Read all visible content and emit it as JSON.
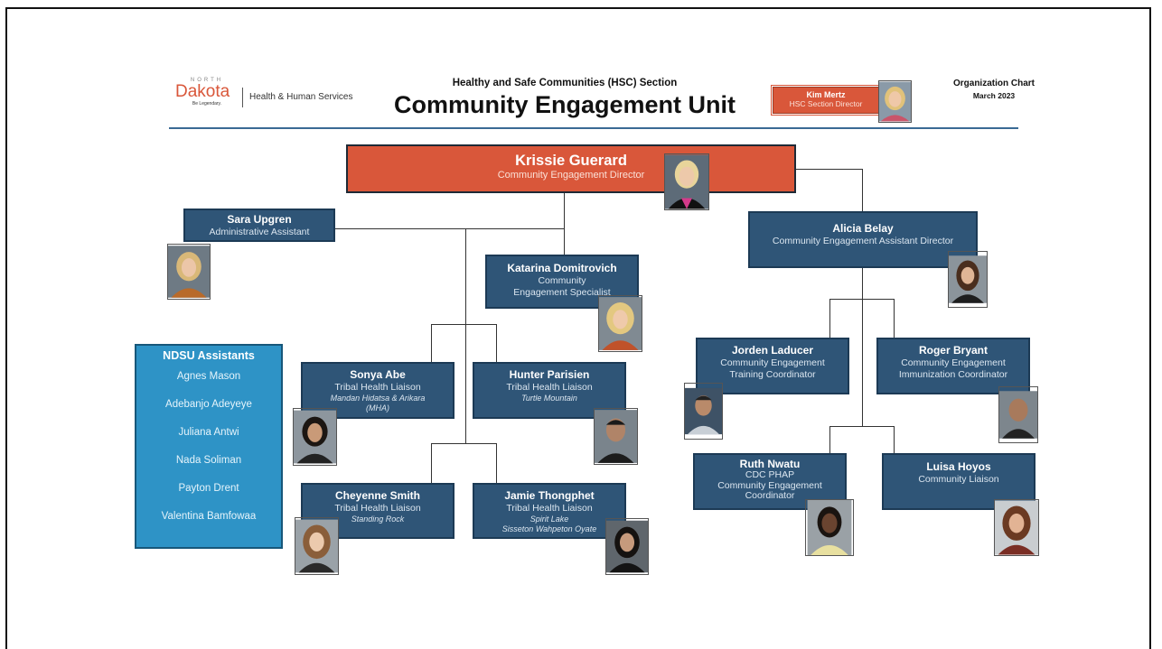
{
  "logo": {
    "state_top": "NORTH",
    "state_name": "Dakota",
    "tagline": "Be Legendary.",
    "department": "Health & Human Services"
  },
  "header": {
    "section": "Healthy and Safe Communities (HSC) Section",
    "unit": "Community Engagement Unit"
  },
  "chart_info": {
    "title": "Organization Chart",
    "date": "March 2023"
  },
  "section_director": {
    "name": "Kim Mertz",
    "title": "HSC Section Director"
  },
  "director": {
    "name": "Krissie Guerard",
    "title": "Community Engagement Director"
  },
  "left": {
    "admin": {
      "name": "Sara Upgren",
      "title": "Administrative Assistant"
    },
    "specialist": {
      "name": "Katarina Domitrovich",
      "title": "Community Engagement Specialist"
    },
    "sonya": {
      "name": "Sonya Abe",
      "title": "Tribal Health Liaison",
      "note": "Mandan Hidatsa & Arikara (MHA)"
    },
    "hunter": {
      "name": "Hunter Parisien",
      "title": "Tribal Health Liaison",
      "note": "Turtle Mountain"
    },
    "cheyenne": {
      "name": "Cheyenne Smith",
      "title": "Tribal Health Liaison",
      "note": "Standing Rock"
    },
    "jamie": {
      "name": "Jamie Thongphet",
      "title": "Tribal Health Liaison",
      "note": "Spirit Lake",
      "note2": "Sisseton Wahpeton Oyate"
    }
  },
  "right": {
    "alicia": {
      "name": "Alicia Belay",
      "title": "Community Engagement Assistant Director"
    },
    "jorden": {
      "name": "Jorden Laducer",
      "title": "Community Engagement",
      "title2": "Training Coordinator"
    },
    "roger": {
      "name": "Roger Bryant",
      "title": "Community Engagement",
      "title2": "Immunization Coordinator"
    },
    "ruth": {
      "name": "Ruth Nwatu",
      "title": "CDC PHAP",
      "title2": "Community Engagement",
      "title3": "Coordinator"
    },
    "luisa": {
      "name": "Luisa Hoyos",
      "title": "Community Liaison"
    }
  },
  "ndsu": {
    "heading": "NDSU Assistants",
    "members": [
      "Agnes Mason",
      "Adebanjo Adeyeye",
      "Juliana Antwi",
      "Nada Soliman",
      "Payton Drent",
      "Valentina Bamfowaa"
    ]
  },
  "colors": {
    "orange": "#d9573a",
    "navy": "#2f5577",
    "teal": "#2e93c6",
    "rule": "#3a6a94"
  }
}
